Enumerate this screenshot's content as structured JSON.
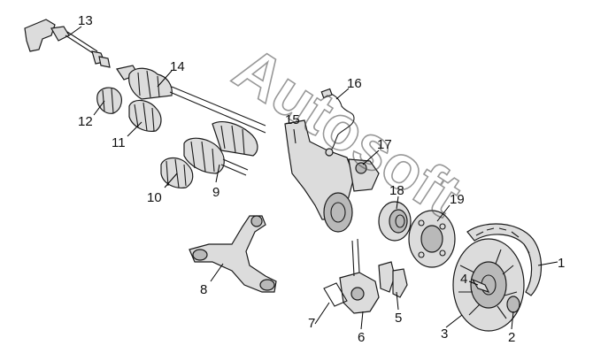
{
  "watermark": "Autosoft",
  "callouts": [
    {
      "id": "1",
      "label": "1"
    },
    {
      "id": "2",
      "label": "2"
    },
    {
      "id": "3",
      "label": "3"
    },
    {
      "id": "4",
      "label": "4"
    },
    {
      "id": "5",
      "label": "5"
    },
    {
      "id": "6",
      "label": "6"
    },
    {
      "id": "7",
      "label": "7"
    },
    {
      "id": "8",
      "label": "8"
    },
    {
      "id": "9",
      "label": "9"
    },
    {
      "id": "10",
      "label": "10"
    },
    {
      "id": "11",
      "label": "11"
    },
    {
      "id": "12",
      "label": "12"
    },
    {
      "id": "13",
      "label": "13"
    },
    {
      "id": "14",
      "label": "14"
    },
    {
      "id": "15",
      "label": "15"
    },
    {
      "id": "16",
      "label": "16"
    },
    {
      "id": "17",
      "label": "17"
    },
    {
      "id": "18",
      "label": "18"
    },
    {
      "id": "19",
      "label": "19"
    }
  ]
}
